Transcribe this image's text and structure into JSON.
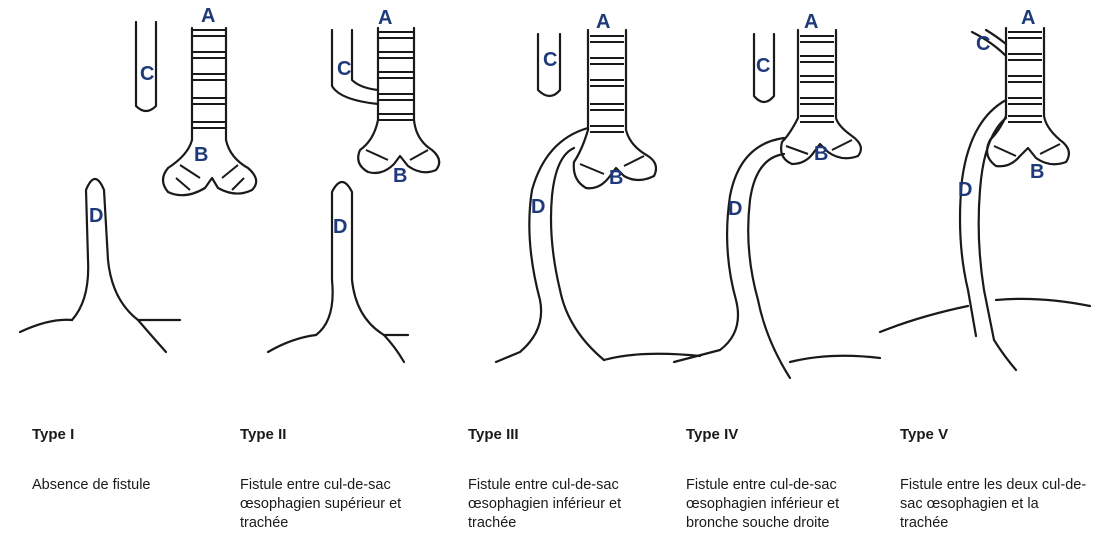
{
  "diagram": {
    "labels": {
      "trachea": "A",
      "bronchi": "B",
      "upper_pouch": "C",
      "lower_esophagus": "D"
    },
    "panels": [
      {
        "type": "Type I",
        "description": "Absence de fistule"
      },
      {
        "type": "Type II",
        "description": "Fistule entre cul-de-sac œsophagien supérieur et trachée"
      },
      {
        "type": "Type III",
        "description": "Fistule entre cul-de-sac œsophagien inférieur et trachée"
      },
      {
        "type": "Type IV",
        "description": "Fistule entre cul-de-sac œsophagien inférieur et bronche souche droite"
      },
      {
        "type": "Type V",
        "description": "Fistule entre les deux cul-de-sac œsophagien et la trachée"
      }
    ]
  }
}
